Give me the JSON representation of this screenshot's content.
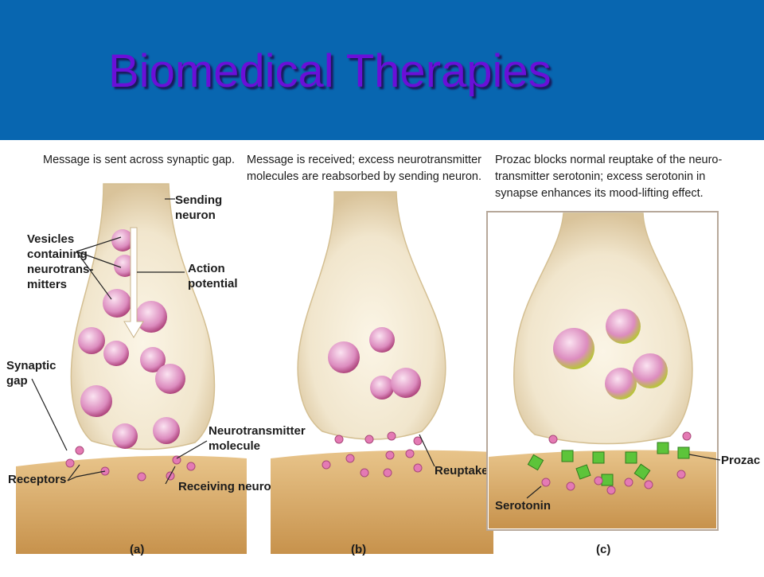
{
  "slide": {
    "title": "Biomedical Therapies"
  },
  "panels": [
    {
      "id": "a",
      "label": "(a)",
      "caption": [
        "Message is sent across synaptic gap."
      ],
      "labels": {
        "sending_neuron": [
          "Sending",
          "neuron"
        ],
        "vesicles": [
          "Vesicles",
          "containing",
          "neurotrans-",
          "mitters"
        ],
        "action_potential": [
          "Action",
          "potential"
        ],
        "synaptic_gap": [
          "Synaptic",
          "gap"
        ],
        "neurotransmitter": [
          "Neurotransmitter",
          "molecule"
        ],
        "receptors": "Receptors",
        "receiving_neuron": "Receiving neuron"
      }
    },
    {
      "id": "b",
      "label": "(b)",
      "caption": [
        "Message is received; excess neurotransmitter",
        "molecules are reabsorbed by sending neuron."
      ],
      "labels": {
        "reuptake": "Reuptake"
      }
    },
    {
      "id": "c",
      "label": "(c)",
      "caption": [
        "Prozac blocks normal reuptake of the neuro-",
        "transmitter serotonin; excess serotonin in",
        "synapse enhances its mood-lifting effect."
      ],
      "labels": {
        "prozac": "Prozac",
        "serotonin": "Serotonin"
      }
    }
  ],
  "colors": {
    "header": "#0866b0",
    "title": "#6a0fd8",
    "neuron_fill": "#efe4cc",
    "receiving_fill": "#d8ad6a",
    "vesicle": "#cf6fa6",
    "molecule": "#e47ab4",
    "prozac": "#5dc43a"
  }
}
